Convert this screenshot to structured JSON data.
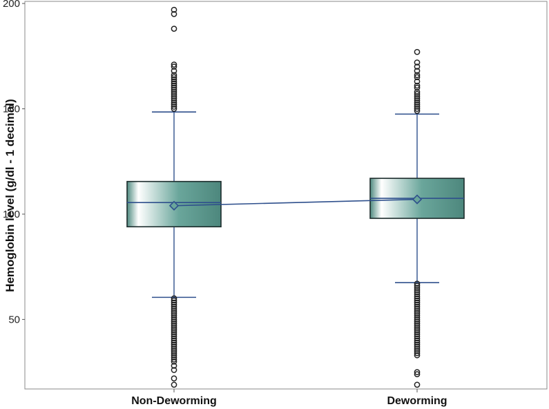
{
  "chart_data": {
    "type": "boxplot",
    "title": "",
    "xlabel": "",
    "ylabel": "Hemoglobin level (g/dl - 1 decimal)",
    "ylim": [
      17,
      201
    ],
    "yticks": [
      50,
      100,
      150,
      200
    ],
    "grid": false,
    "categories": [
      "Non-Deworming",
      "Deworming"
    ],
    "boxes": [
      {
        "category": "Non-Deworming",
        "whisker_low": 60.5,
        "q1": 94,
        "median": 105.5,
        "q3": 115.5,
        "whisker_high": 148.5,
        "mean": 104
      },
      {
        "category": "Deworming",
        "whisker_low": 67.5,
        "q1": 98,
        "median": 107.5,
        "q3": 117,
        "whisker_high": 147.5,
        "mean": 107
      }
    ],
    "outliers": [
      [
        197,
        195,
        188,
        171,
        170,
        168,
        166,
        165,
        164,
        163,
        162,
        161,
        160,
        159,
        158,
        157,
        156,
        155,
        154,
        153,
        152,
        151,
        150,
        60,
        59,
        58,
        57,
        56,
        55,
        54,
        53,
        52,
        51,
        50,
        49,
        48,
        47,
        46,
        45,
        44,
        43,
        42,
        41,
        40,
        39,
        38,
        37,
        36,
        35,
        34,
        33,
        32,
        31,
        30,
        28,
        26,
        22,
        19
      ],
      [
        177,
        172,
        170,
        168,
        166,
        165,
        163,
        161,
        160,
        158,
        157,
        156,
        155,
        154,
        153,
        152,
        151,
        150,
        149,
        67,
        66,
        65,
        64,
        63,
        62,
        61,
        60,
        59,
        58,
        57,
        56,
        55,
        54,
        53,
        52,
        51,
        50,
        49,
        48,
        47,
        46,
        45,
        44,
        43,
        42,
        41,
        40,
        39,
        38,
        37,
        36,
        35,
        34,
        33,
        25,
        24,
        19
      ]
    ],
    "colors": {
      "box_fill": "#5f9b91",
      "box_highlight": "#ffffff",
      "line": "#2e4f8c",
      "outline": "#1b2b2b",
      "outlier": "#222222"
    }
  }
}
